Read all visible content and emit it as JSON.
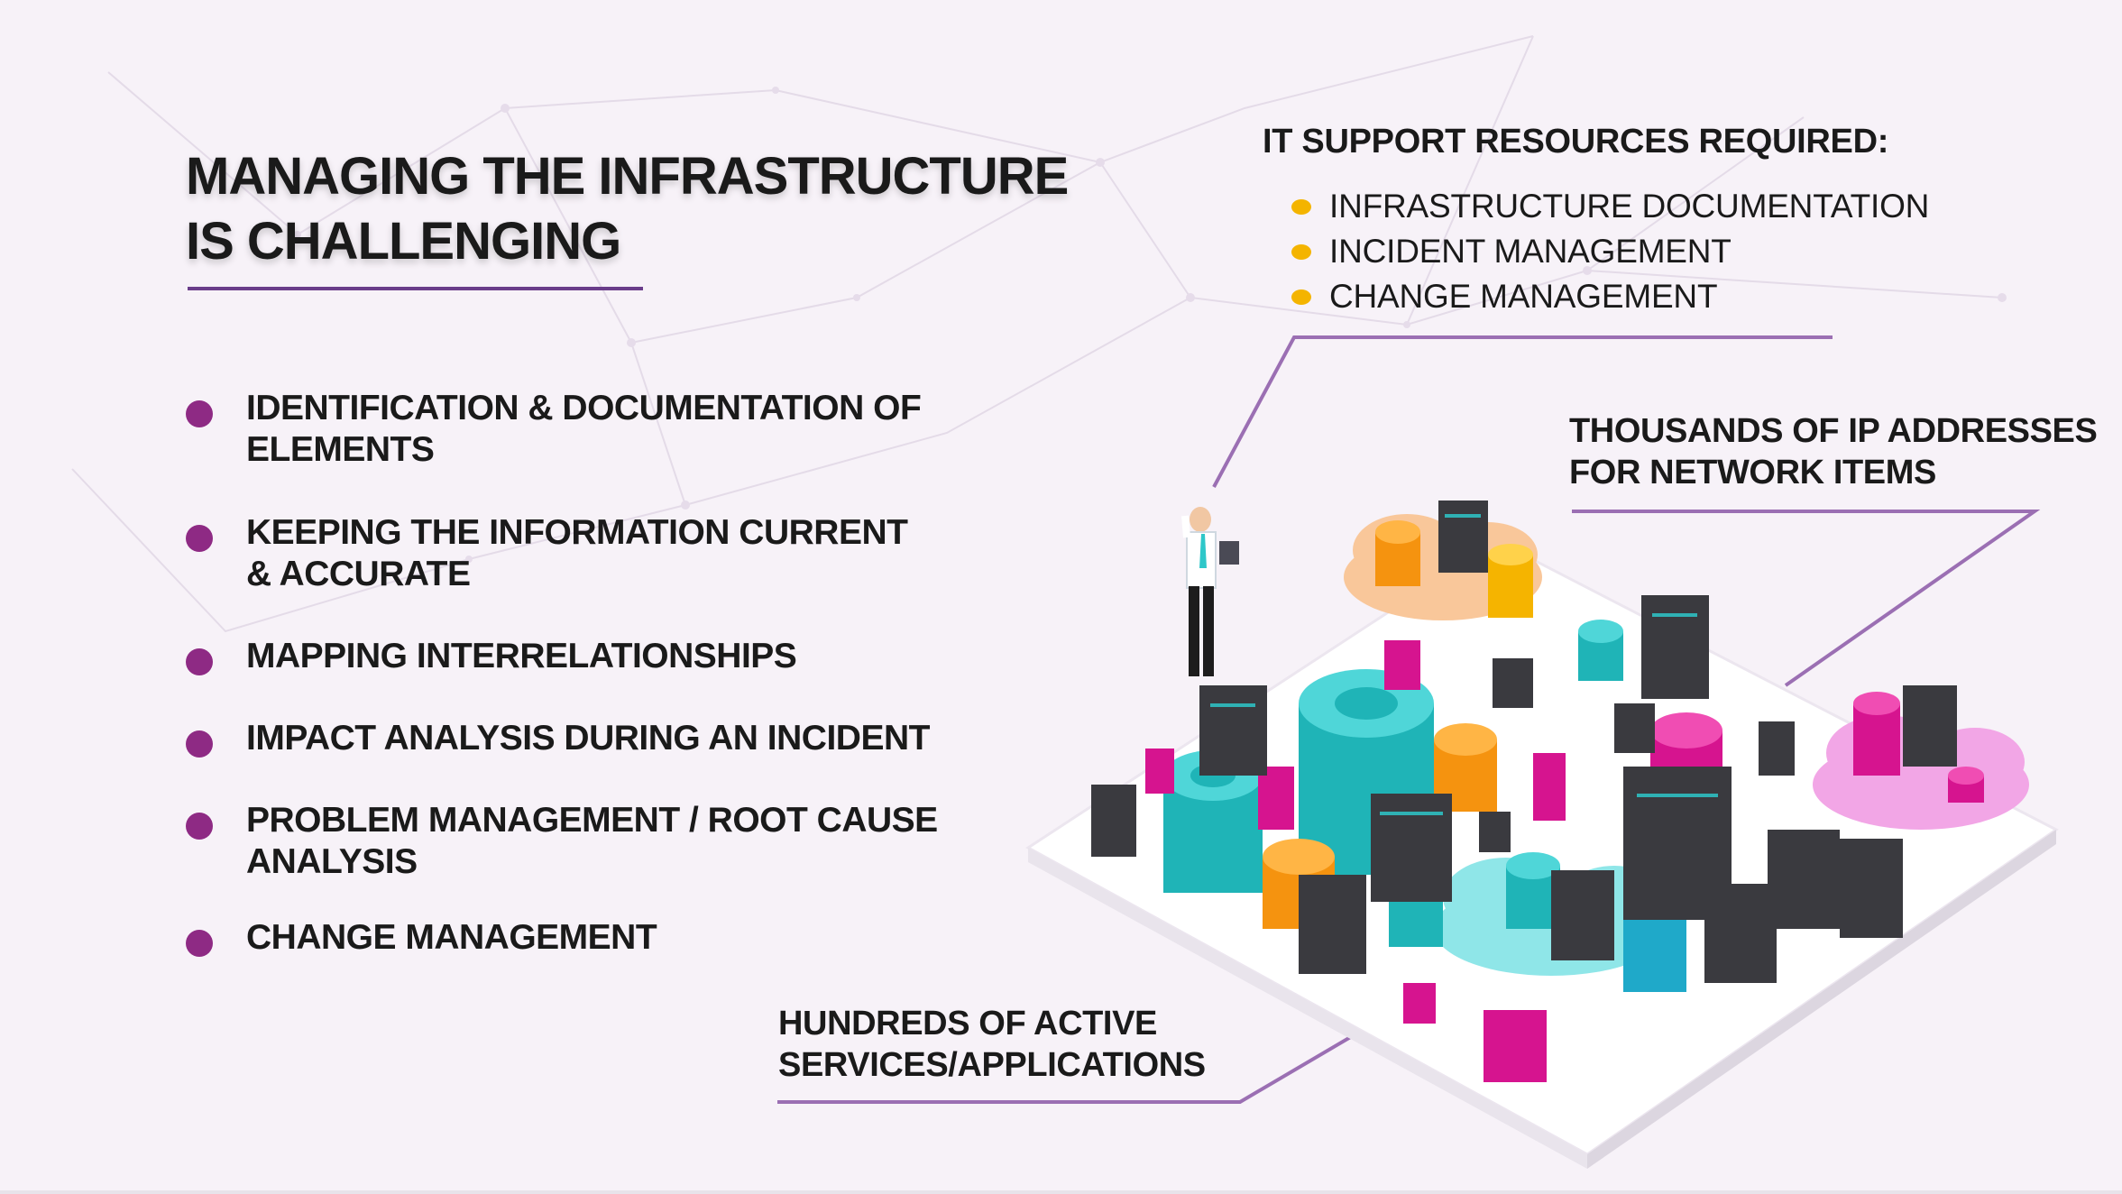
{
  "title": {
    "line1": "MANAGING THE INFRASTRUCTURE",
    "line2": "IS CHALLENGING"
  },
  "challenges": [
    "IDENTIFICATION & DOCUMENTATION OF ELEMENTS",
    "KEEPING THE INFORMATION CURRENT & ACCURATE",
    "MAPPING INTERRELATIONSHIPS",
    "IMPACT ANALYSIS DURING AN INCIDENT",
    "PROBLEM MANAGEMENT / ROOT CAUSE ANALYSIS",
    "CHANGE MANAGEMENT"
  ],
  "it_support": {
    "heading": "IT SUPPORT RESOURCES REQUIRED:",
    "items": [
      "INFRASTRUCTURE DOCUMENTATION",
      "INCIDENT MANAGEMENT",
      "CHANGE MANAGEMENT"
    ]
  },
  "callouts": {
    "ip_line1": "THOUSANDS OF IP ADDRESSES",
    "ip_line2": "FOR NETWORK ITEMS",
    "services_line1": "HUNDREDS OF ACTIVE",
    "services_line2": "SERVICES/APPLICATIONS"
  },
  "colors": {
    "bullet_purple": "#8e2a84",
    "bullet_yellow": "#f4b400",
    "accent_line": "#9b6fb3",
    "teal": "#2ec7c9",
    "magenta": "#d6148f",
    "orange": "#f59b1a",
    "server_dark": "#3a3a3f"
  },
  "illustration": {
    "icons": [
      "businessman-icon",
      "tablet-icon",
      "server-rack-icon",
      "gear-icon",
      "database-icon",
      "cloud-icon"
    ]
  }
}
